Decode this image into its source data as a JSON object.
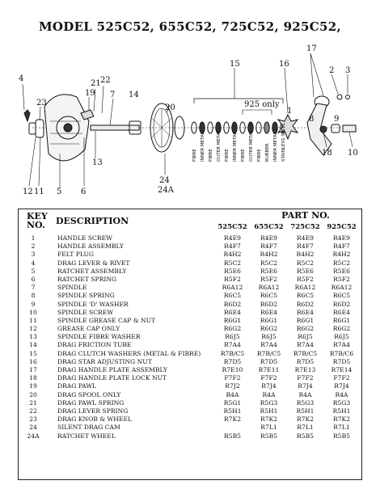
{
  "title": "MODEL 525C52, 655C52, 725C52, 925C52,",
  "diagram": {
    "callouts": [
      "1",
      "2",
      "3",
      "4",
      "5",
      "6",
      "7",
      "8",
      "9",
      "10",
      "11",
      "12",
      "13",
      "14",
      "15",
      "16",
      "17",
      "18",
      "19",
      "20",
      "21",
      "22",
      "23",
      "24",
      "24A"
    ],
    "label_925_only": "925 only",
    "washer_labels": [
      "FIBRE",
      "INNER METAL",
      "FIBRE",
      "OUTER METAL",
      "FIBRE",
      "INNER METAL",
      "FIBRE",
      "OUTER METAL",
      "FIBRE",
      "RUBBER",
      "INNER METAL",
      "STAINLESS STEEL"
    ]
  },
  "table": {
    "key_header": "KEY\nNO.",
    "description_header": "DESCRIPTION",
    "part_no_header": "PART NO.",
    "models": [
      "525C52",
      "655C52",
      "725C52",
      "925C52"
    ],
    "rows": [
      {
        "key": "1",
        "description": "Handle Screw",
        "parts": [
          "R4E9",
          "R4E9",
          "R4E9",
          "R4E9"
        ]
      },
      {
        "key": "2",
        "description": "Handle Assembly",
        "parts": [
          "R4F7",
          "R4F7",
          "R4F7",
          "R4F7"
        ]
      },
      {
        "key": "3",
        "description": "Felt Plug",
        "parts": [
          "R4H2",
          "R4H2",
          "R4H2",
          "R4H2"
        ]
      },
      {
        "key": "4",
        "description": "Drag Lever & Rivet",
        "parts": [
          "R5C2",
          "R5C2",
          "R5C2",
          "R5C2"
        ]
      },
      {
        "key": "5",
        "description": "Ratchet Assembly",
        "parts": [
          "R5E6",
          "R5E6",
          "R5E6",
          "R5E6"
        ]
      },
      {
        "key": "6",
        "description": "Ratchet Spring",
        "parts": [
          "R5F2",
          "R5F2",
          "R5F2",
          "R5F2"
        ]
      },
      {
        "key": "7",
        "description": "Spindle",
        "parts": [
          "R6A12",
          "R6A12",
          "R6A12",
          "R6A12"
        ]
      },
      {
        "key": "8",
        "description": "Spindle Spring",
        "parts": [
          "R6C5",
          "R6C5",
          "R6C5",
          "R6C5"
        ]
      },
      {
        "key": "9",
        "description": "Spindle 'D' Washer",
        "parts": [
          "R6D2",
          "R6D2",
          "R6D2",
          "R6D2"
        ]
      },
      {
        "key": "10",
        "description": "Spindle Screw",
        "parts": [
          "R6E4",
          "R6E4",
          "R6E4",
          "R6E4"
        ]
      },
      {
        "key": "11",
        "description": "Spindle Grease Cap & Nut",
        "parts": [
          "R6G1",
          "R6G1",
          "R6G1",
          "R6G1"
        ]
      },
      {
        "key": "12",
        "description": "Grease Cap Only",
        "parts": [
          "R6G2",
          "R6G2",
          "R6G2",
          "R6G2"
        ]
      },
      {
        "key": "13",
        "description": "Spindle Fibre Washer",
        "parts": [
          "R6J5",
          "R6J5",
          "R6J5",
          "R6J5"
        ]
      },
      {
        "key": "14",
        "description": "Drag Friction Tube",
        "parts": [
          "R7A4",
          "R7A4",
          "R7A4",
          "R7A4"
        ]
      },
      {
        "key": "15",
        "description": "Drag Clutch Washers (Metal & Fibre)",
        "parts": [
          "R7B/C5",
          "R7B/C5",
          "R7B/C5",
          "R7B/C6"
        ]
      },
      {
        "key": "16",
        "description": "Drag Star Adjusting Nut",
        "parts": [
          "R7D5",
          "R7D5",
          "R7D5",
          "R7D5"
        ]
      },
      {
        "key": "17",
        "description": "Drag Handle Plate Assembly",
        "parts": [
          "R7E10",
          "R7E11",
          "R7E13",
          "R7E14"
        ]
      },
      {
        "key": "18",
        "description": "Drag Handle Plate Lock Nut",
        "parts": [
          "F7F2",
          "F7F2",
          "F7F2",
          "F7F2"
        ]
      },
      {
        "key": "19",
        "description": "Drag Pawl",
        "parts": [
          "R7J2",
          "R7J4",
          "R7J4",
          "R7J4"
        ]
      },
      {
        "key": "20",
        "description": "Drag Spool Only",
        "parts": [
          "R4A",
          "R4A",
          "R4A",
          "R4A"
        ]
      },
      {
        "key": "21",
        "description": "Drag Pawl Spring",
        "parts": [
          "R5G1",
          "R5G3",
          "R5G3",
          "R5G3"
        ]
      },
      {
        "key": "22",
        "description": "Drag Lever Spring",
        "parts": [
          "R5H1",
          "R5H1",
          "R5H1",
          "R5H1"
        ]
      },
      {
        "key": "23",
        "description": "Drag Knob & Wheel",
        "parts": [
          "R7K2",
          "R7K2",
          "R7K2",
          "R7K2"
        ]
      },
      {
        "key": "24",
        "description": "Silent Drag Cam",
        "parts": [
          "",
          "R7L1",
          "R7L1",
          "R7L1"
        ]
      },
      {
        "key": "24A",
        "description": "Ratchet Wheel",
        "parts": [
          "R5B5",
          "R5B5",
          "R5B5",
          "R5B5"
        ]
      }
    ]
  }
}
